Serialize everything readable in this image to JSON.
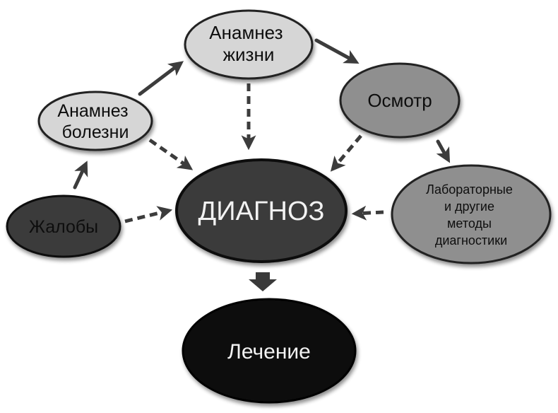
{
  "diagram": {
    "nodes": {
      "anamnez_zhizni": {
        "lines": [
          "Анамнез",
          "жизни"
        ]
      },
      "anamnez_bolezni": {
        "lines": [
          "Анамнез",
          "болезни"
        ]
      },
      "osmotr": {
        "lines": [
          "Осмотр"
        ]
      },
      "diagnoz": {
        "lines": [
          "ДИАГНОЗ"
        ]
      },
      "zhaloby": {
        "lines": [
          "Жалобы"
        ]
      },
      "laboratory": {
        "lines": [
          "Лабораторные",
          "и другие",
          "методы",
          "диагностики"
        ]
      },
      "lechenie": {
        "lines": [
          "Лечение"
        ]
      }
    },
    "colors": {
      "light_fill": "#d6d6d6",
      "mid_fill": "#8f8f8f",
      "dark_fill": "#3a3a3a",
      "darkest_fill": "#101010",
      "arrow": "#3c3c3c"
    },
    "edges": [
      {
        "from": "zhaloby",
        "to": "anamnez_bolezni",
        "style": "solid"
      },
      {
        "from": "anamnez_bolezni",
        "to": "anamnez_zhizni",
        "style": "solid"
      },
      {
        "from": "anamnez_zhizni",
        "to": "osmotr",
        "style": "solid"
      },
      {
        "from": "osmotr",
        "to": "laboratory",
        "style": "solid"
      },
      {
        "from": "zhaloby",
        "to": "diagnoz",
        "style": "dashed"
      },
      {
        "from": "anamnez_bolezni",
        "to": "diagnoz",
        "style": "dashed"
      },
      {
        "from": "anamnez_zhizni",
        "to": "diagnoz",
        "style": "dashed"
      },
      {
        "from": "osmotr",
        "to": "diagnoz",
        "style": "dashed"
      },
      {
        "from": "laboratory",
        "to": "diagnoz",
        "style": "dashed"
      },
      {
        "from": "diagnoz",
        "to": "lechenie",
        "style": "block"
      }
    ]
  }
}
